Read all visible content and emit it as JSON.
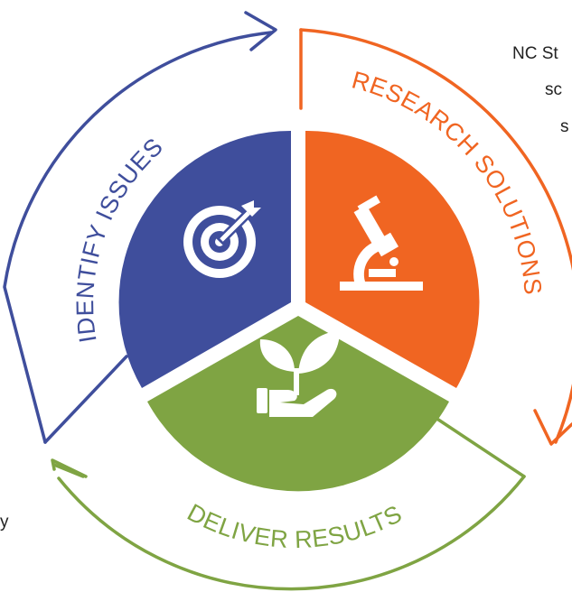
{
  "colors": {
    "blue": "#3f4e9c",
    "orange": "#f06522",
    "green": "#7fa443",
    "white": "#ffffff",
    "text": "#222222"
  },
  "segments": [
    {
      "label": "IDENTIFY ISSUES",
      "icon": "target-icon",
      "color": "blue"
    },
    {
      "label": "RESEARCH SOLUTIONS",
      "icon": "microscope-icon",
      "color": "orange"
    },
    {
      "label": "DELIVER RESULTS",
      "icon": "seedling-hand-icon",
      "color": "green"
    }
  ],
  "cut_off_text": {
    "line1": "NC St",
    "line2": "sc",
    "line3": "s",
    "left_char": "y"
  }
}
